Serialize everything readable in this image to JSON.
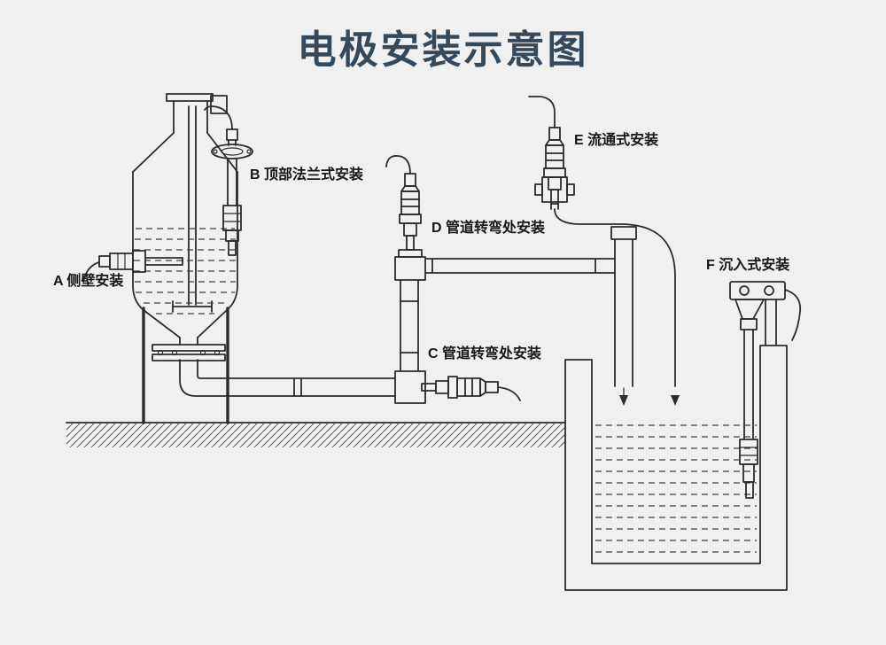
{
  "title": "电极安装示意图",
  "labels": {
    "a": "A 侧壁安装",
    "b": "B 顶部法兰式安装",
    "c": "C 管道转弯处安装",
    "d": "D 管道转弯处安装",
    "e": "E 流通式安装",
    "f": "F 沉入式安装"
  },
  "colors": {
    "background": "#f0f0f1",
    "title": "#35495c",
    "line": "#2b2b2b"
  }
}
